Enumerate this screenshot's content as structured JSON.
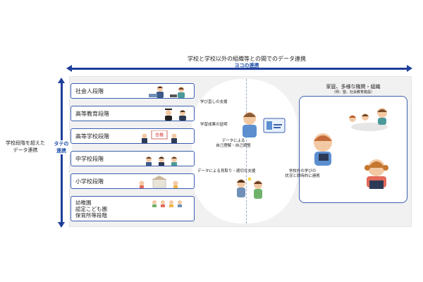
{
  "horizontal": {
    "title": "学校と学校以外の組織等との間でのデータ連携",
    "sublabel": "ヨコの連携"
  },
  "vertical": {
    "title_line1": "学校段階を超えた",
    "title_line2": "データ連携",
    "sub_line1": "タテの",
    "sub_line2": "連携"
  },
  "stages": [
    {
      "label": "社会人段階"
    },
    {
      "label": "高等教育段階"
    },
    {
      "label": "高等学校段階"
    },
    {
      "label": "中学校段階"
    },
    {
      "label": "小学校段階"
    },
    {
      "label": "幼稚園\n認定こども園\n保育所等段階"
    }
  ],
  "notes": {
    "learning_support": "学び直しの支援",
    "achievement_proof": "学習成果の証明",
    "data_support": "データによる見取り・適切な支援",
    "self_reflection_line1": "データによる",
    "self_reflection_line2": "自己理解・自己調整",
    "external_line1": "学校外の学びの",
    "external_line2": "状況と即時的に連携"
  },
  "right": {
    "title": "家庭、多様な機関・組織",
    "subtitle": "（例：塾、社会教育施設）"
  },
  "icons": {
    "certificate_text": "合格"
  },
  "colors": {
    "accent_blue": "#1e3f9a",
    "box_border": "#3c5fb0",
    "panel_bg": "#f1f1f1"
  }
}
